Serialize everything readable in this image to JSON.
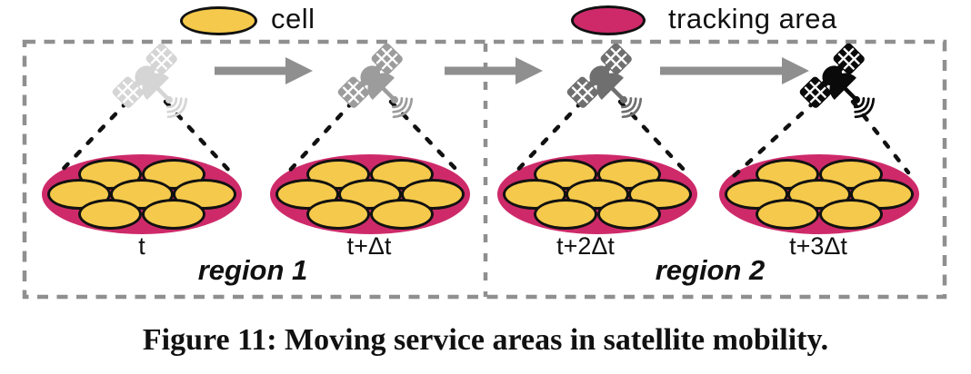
{
  "legend": {
    "cell": {
      "label": "cell",
      "color": "#F5C94B"
    },
    "tracking_area": {
      "label": "tracking area",
      "color": "#CE2A6A"
    }
  },
  "figure": {
    "regions": [
      {
        "label": "region 1"
      },
      {
        "label": "region 2"
      }
    ],
    "snapshots": [
      {
        "time_label": "t",
        "region": "region 1",
        "satellite_shade": "#D5D5D5"
      },
      {
        "time_label": "t+Δt",
        "region": "region 1",
        "satellite_shade": "#9C9C9C"
      },
      {
        "time_label": "t+2Δt",
        "region": "region 2",
        "satellite_shade": "#6F6F6F"
      },
      {
        "time_label": "t+3Δt",
        "region": "region 2",
        "satellite_shade": "#0A0A0A"
      }
    ],
    "cells_per_tracking_area": 7,
    "line_color": "#8F8F8F",
    "beam_color": "#111111"
  },
  "caption": "Figure 11: Moving service areas in satellite mobility."
}
